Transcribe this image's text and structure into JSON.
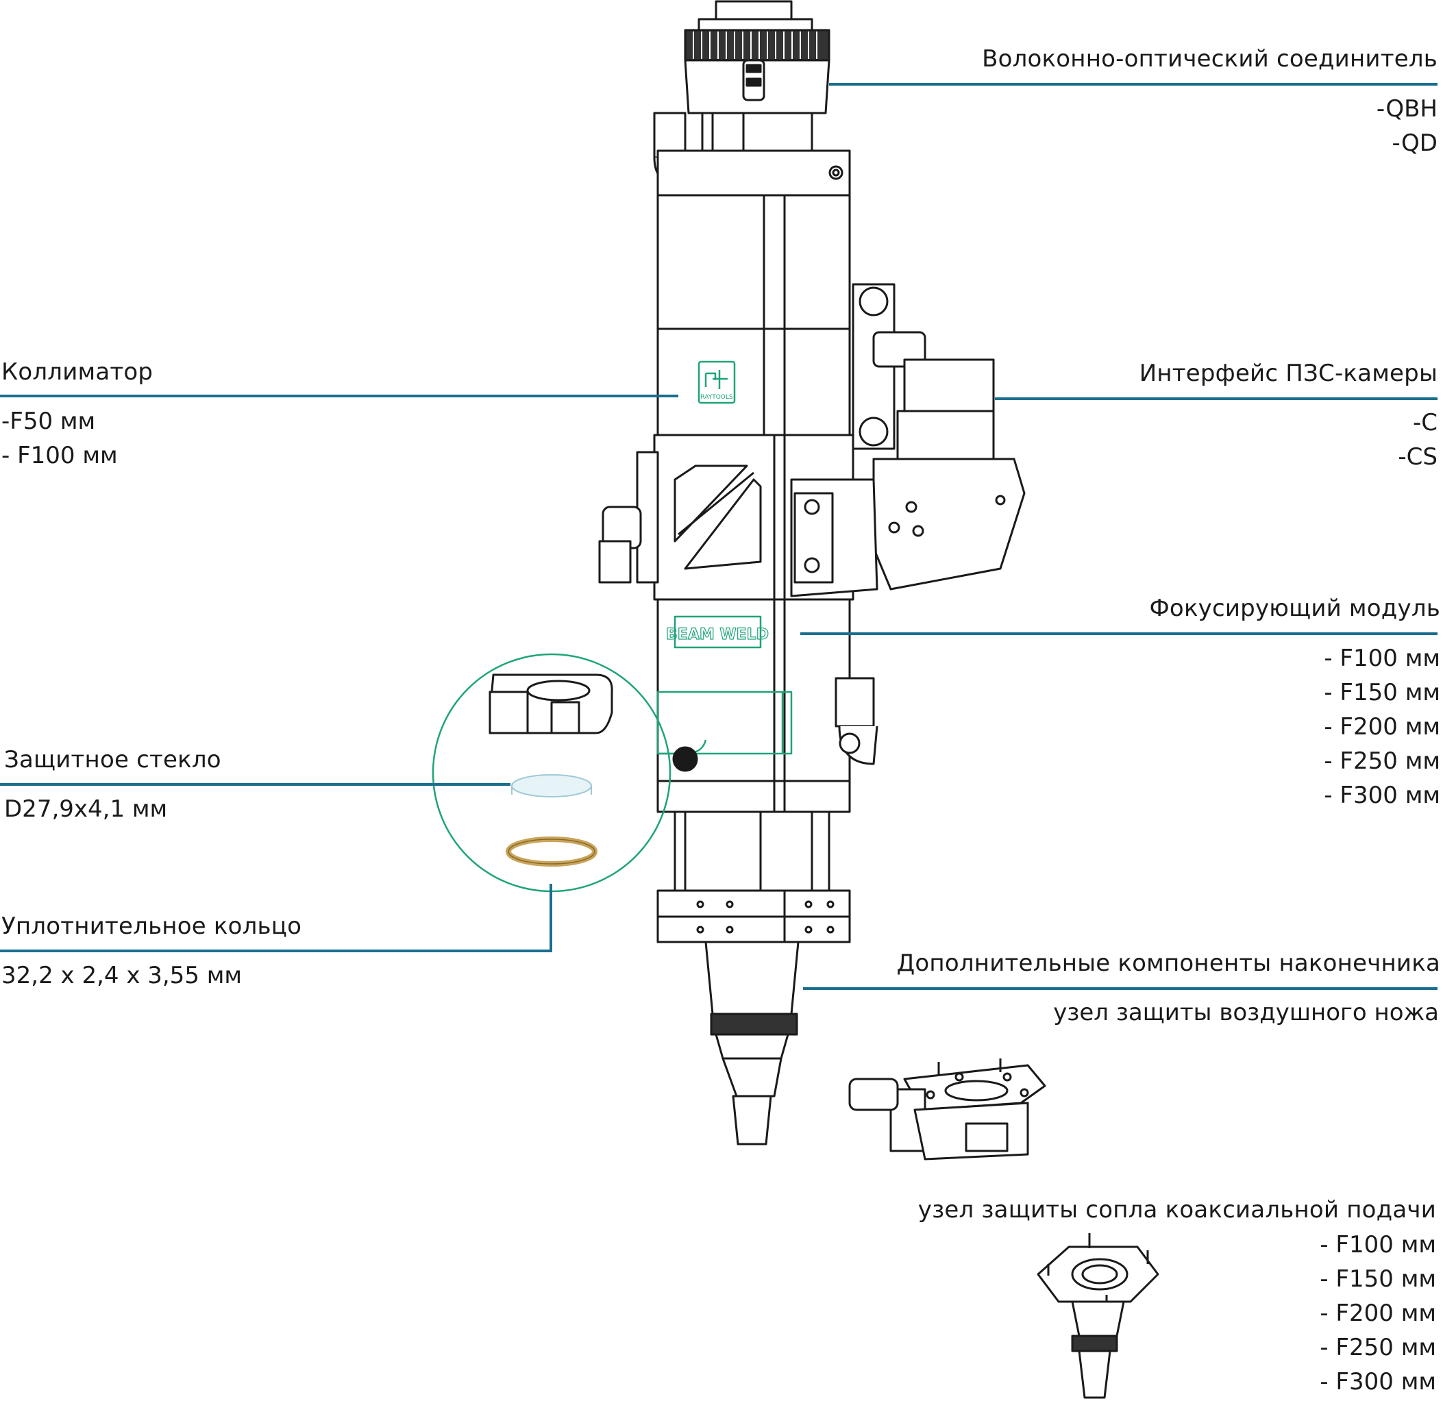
{
  "labels": {
    "fiber": {
      "title": "Волоконно-оптический соединитель",
      "items": [
        "-QBH",
        "-QD"
      ]
    },
    "collimator": {
      "title": "Коллиматор",
      "items": [
        "-F50 мм",
        "- F100 мм"
      ]
    },
    "ccd": {
      "title": "Интерфейс ПЗС-камеры",
      "items": [
        "-C",
        "-CS"
      ]
    },
    "focus": {
      "title": "Фокусирующий модуль",
      "items": [
        "- F100 мм",
        "- F150 мм",
        "- F200 мм",
        "- F250 мм",
        "- F300 мм"
      ]
    },
    "glass": {
      "title": "Защитное стекло",
      "items": [
        "D27,9x4,1 мм"
      ]
    },
    "ring": {
      "title": "Уплотнительное кольцо",
      "items": [
        "32,2 x 2,4 x 3,55 мм"
      ]
    },
    "nozzle": {
      "title": "Дополнительные компоненты наконечника",
      "items": [
        "узел защиты воздушного ножа"
      ]
    },
    "coaxial": {
      "title": "узел защиты сопла коаксиальной подачи",
      "items": [
        "- F100 мм",
        "- F150 мм",
        "- F200 мм",
        "- F250 мм",
        "- F300 мм"
      ]
    }
  },
  "logos": {
    "raytools": "RAYTOOLS",
    "beamweld": "BEAM WELD"
  },
  "colors": {
    "leader": "#1a6f8f",
    "highlight": "#1fa37a",
    "ink": "#1a1a1a",
    "ring": "#c9a45a",
    "glass": "#cde6ee"
  }
}
